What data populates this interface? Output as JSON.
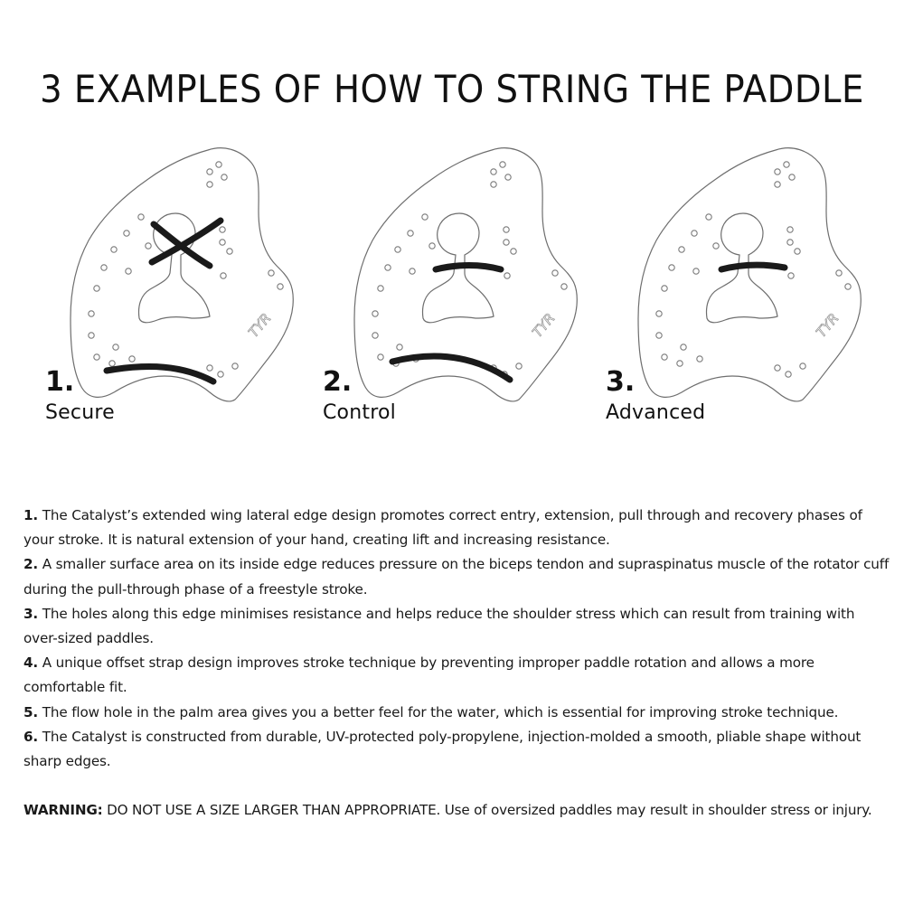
{
  "title": "3 EXAMPLES OF HOW TO STRING THE PADDLE",
  "colors": {
    "strap": "#1a1a1a",
    "outline": "#6e6e6e",
    "hole": "#7a7a7a",
    "logo": "#9a9a9a",
    "text": "#1a1a1a"
  },
  "examples": [
    {
      "number": "1.",
      "label": "Secure",
      "strap_config": "cross-over-palm-plus-lower-strap",
      "logo": "TYR"
    },
    {
      "number": "2.",
      "label": "Control",
      "strap_config": "single-palm-strap-plus-lower-strap",
      "logo": "TYR"
    },
    {
      "number": "3.",
      "label": "Advanced",
      "strap_config": "single-palm-strap-only",
      "logo": "TYR"
    }
  ],
  "features": [
    {
      "num": "1.",
      "text": " The Catalyst’s extended wing lateral edge design promotes correct entry, extension, pull through and recovery phases of your stroke. It is natural extension of your hand, creating lift and increasing resistance."
    },
    {
      "num": "2.",
      "text": " A smaller surface area on its inside edge reduces pressure on the biceps tendon and supraspinatus muscle of the rotator cuff during the pull-through phase of a freestyle stroke."
    },
    {
      "num": "3.",
      "text": " The holes along this edge minimises resistance and helps reduce the shoulder stress which can result from training with over-sized paddles."
    },
    {
      "num": "4.",
      "text": " A unique offset strap design improves stroke technique by preventing improper paddle rotation and allows a more comfortable fit."
    },
    {
      "num": "5.",
      "text": " The flow hole in the palm area gives you a better feel for the water, which is essential for improving stroke technique."
    },
    {
      "num": "6.",
      "text": " The Catalyst is constructed from durable, UV-protected poly-propylene, injection-molded a smooth, pliable shape without sharp edges."
    }
  ],
  "warning": {
    "label": "WARNING:",
    "caps_text": " DO NOT USE A SIZE LARGER THAN APPROPRIATE.",
    "text": " Use of oversized paddles may result in shoulder stress or injury."
  }
}
